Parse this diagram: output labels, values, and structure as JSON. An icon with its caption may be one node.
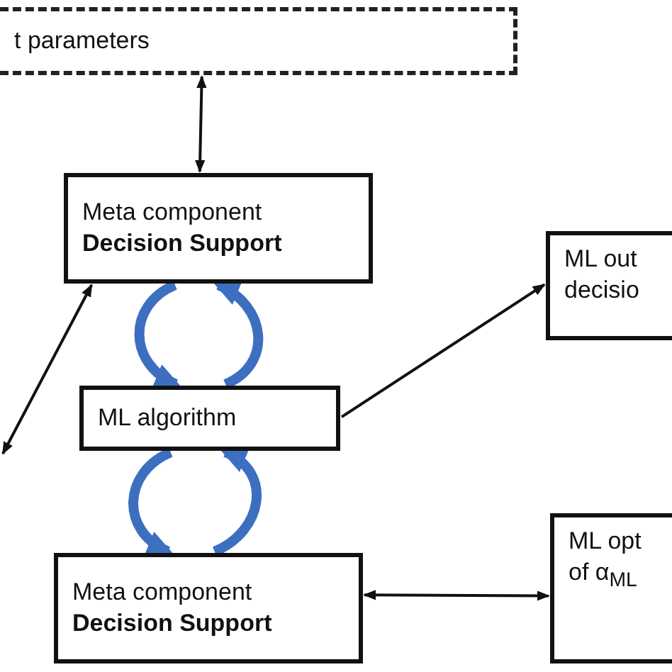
{
  "diagram": {
    "nodes": [
      {
        "text": [
          "t parameters"
        ]
      },
      {
        "text": [
          "Meta component",
          "Decision Support"
        ]
      },
      {
        "text": [
          "ML out",
          "decisio"
        ]
      },
      {
        "text": [
          "ML algorithm"
        ]
      },
      {
        "text": [
          "Meta component",
          "Decision Support"
        ]
      },
      {
        "text": [
          "ML opt",
          "of α$_{ML}$"
        ]
      }
    ],
    "edges": [
      {
        "from": 0,
        "to": 1,
        "arrow": "both"
      },
      {
        "from": 1,
        "to": null,
        "arrow": "both"
      },
      {
        "from": 3,
        "to": 2,
        "arrow": "to"
      },
      {
        "from": 1,
        "to": 3,
        "arrow": "to",
        "style": "thick",
        "color": "#3d6fc0"
      },
      {
        "from": 3,
        "to": 1,
        "arrow": "to",
        "style": "thick",
        "color": "#3d6fc0"
      },
      {
        "from": 3,
        "to": 4,
        "arrow": "to",
        "style": "thick",
        "color": "#3d6fc0"
      },
      {
        "from": 4,
        "to": 3,
        "arrow": "to",
        "style": "thick",
        "color": "#3d6fc0"
      },
      {
        "from": 4,
        "to": 5,
        "arrow": "both"
      }
    ]
  }
}
